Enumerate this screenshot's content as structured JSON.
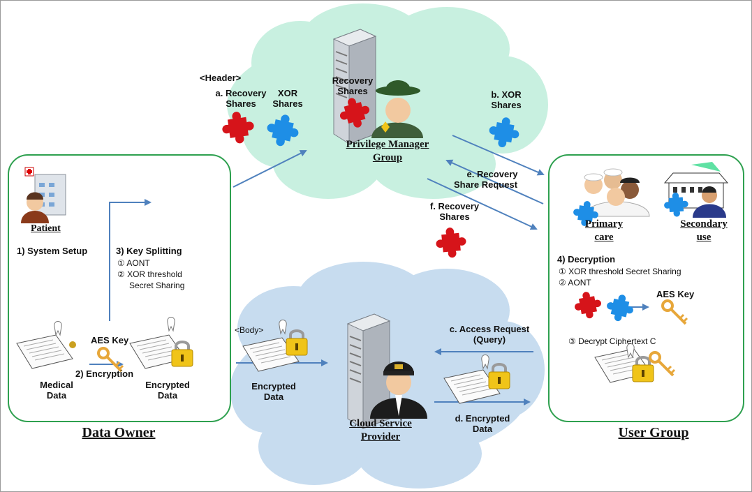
{
  "colors": {
    "cloud_green": "#c8f0e0",
    "cloud_blue": "#c7dcef",
    "box_border": "#2ea04f",
    "arrow": "#4f81bd",
    "recovery_share": "#d6141a",
    "xor_share": "#1e8ee6",
    "key": "#e7a73a",
    "lock": "#f0c419"
  },
  "icons": [
    "hospital-icon",
    "patient-icon",
    "server-icon",
    "sheriff-icon",
    "pilot-icon",
    "doctors-icon",
    "building-icon",
    "puzzle-red-icon",
    "puzzle-blue-icon",
    "key-icon",
    "lock-icon",
    "document-icon",
    "tooth-icon"
  ],
  "labels": {
    "header": "<Header>",
    "a_line1": "a. Recovery",
    "a_line2": "Shares",
    "xor_line1": "XOR",
    "xor_line2": "Shares",
    "pm_rec_line1": "Recovery",
    "pm_rec_line2": "Shares",
    "pm_line1": "Privilege Manager",
    "pm_line2": "Group",
    "b_line1": "b. XOR",
    "b_line2": "Shares",
    "e_line1": "e. Recovery",
    "e_line2": "Share Request",
    "f_line1": "f. Recovery",
    "f_line2": "Shares",
    "patient": "Patient",
    "system_setup": "1) System Setup",
    "key_splitting": "3) Key Splitting",
    "aont": "① AONT",
    "xor_threshold_1": "② XOR threshold",
    "xor_threshold_2": "Secret Sharing",
    "aes_key_owner": "AES Key",
    "encryption": "2) Encryption",
    "medical_1": "Medical",
    "medical_2": "Data",
    "encrypted_owner_1": "Encrypted",
    "encrypted_owner_2": "Data",
    "data_owner": "Data Owner",
    "body": "<Body>",
    "encrypted_body_1": "Encrypted",
    "encrypted_body_2": "Data",
    "csp_1": "Cloud Service",
    "csp_2": "Provider",
    "c_line1": "c. Access Request",
    "c_line2": "(Query)",
    "d_line1": "d. Encrypted",
    "d_line2": "Data",
    "primary_1": "Primary",
    "primary_2": "care",
    "secondary_1": "Secondary",
    "secondary_2": "use",
    "decryption": "4) Decryption",
    "dec_step1": "① XOR threshold Secret Sharing",
    "dec_step2": "② AONT",
    "aes_key_user": "AES Key",
    "dec_step3": "③ Decrypt Ciphertext C",
    "user_group": "User Group"
  }
}
